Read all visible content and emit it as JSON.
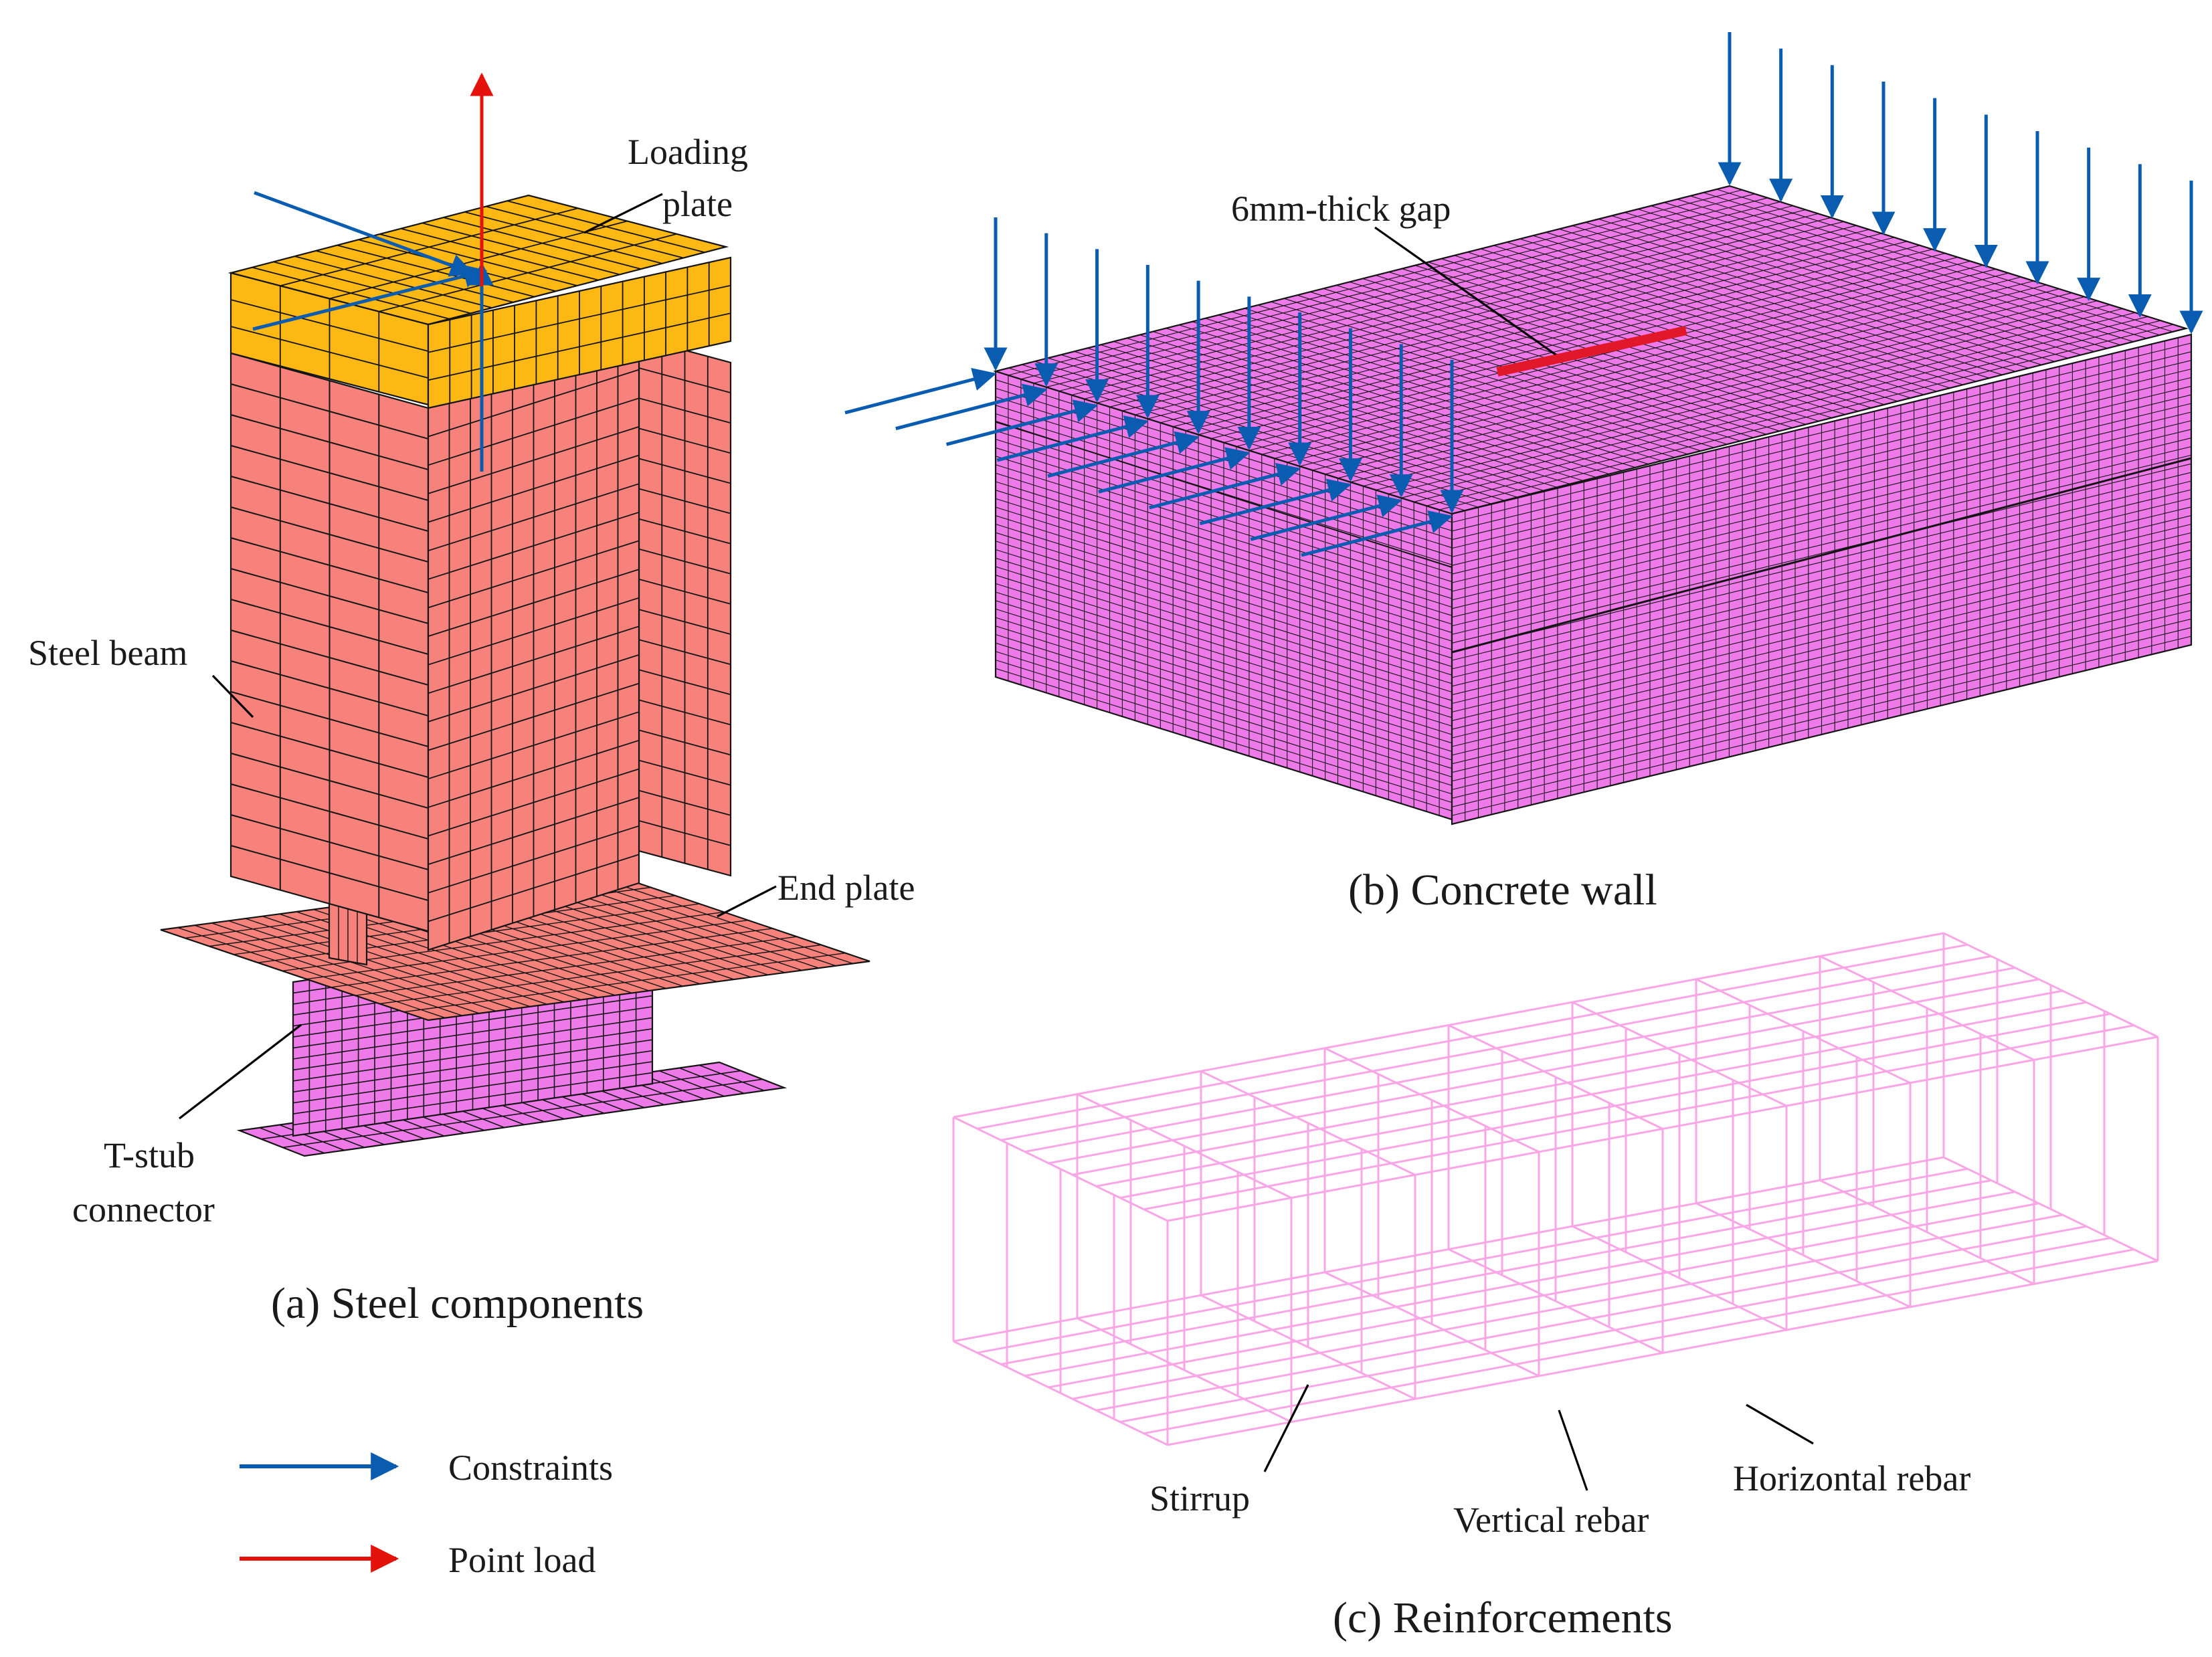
{
  "colors": {
    "steel_beam": "#f7827c",
    "loading_plate": "#fdb813",
    "t_stub": "#ee7ae9",
    "concrete": "#ee7ae9",
    "rebar": "#f9a6e6",
    "mesh_line": "#141414",
    "constraint_arrow": "#0a5cb0",
    "load_arrow": "#e3130c",
    "gap": "#e0182a"
  },
  "panel_a": {
    "caption": "(a) Steel components",
    "labels": {
      "loading_plate_1": "Loading",
      "loading_plate_2": "plate",
      "steel_beam": "Steel beam",
      "end_plate": "End plate",
      "t_stub_1": "T-stub",
      "t_stub_2": "connector"
    }
  },
  "panel_b": {
    "caption": "(b) Concrete wall",
    "labels": {
      "gap": "6mm-thick gap"
    }
  },
  "panel_c": {
    "caption": "(c) Reinforcements",
    "labels": {
      "stirrup": "Stirrup",
      "vertical_rebar": "Vertical rebar",
      "horizontal_rebar": "Horizontal rebar"
    }
  },
  "legend": [
    {
      "label": "Constraints",
      "color": "#0a5cb0",
      "icon": "blue-arrow-icon"
    },
    {
      "label": "Point load",
      "color": "#e3130c",
      "icon": "red-arrow-icon"
    }
  ]
}
